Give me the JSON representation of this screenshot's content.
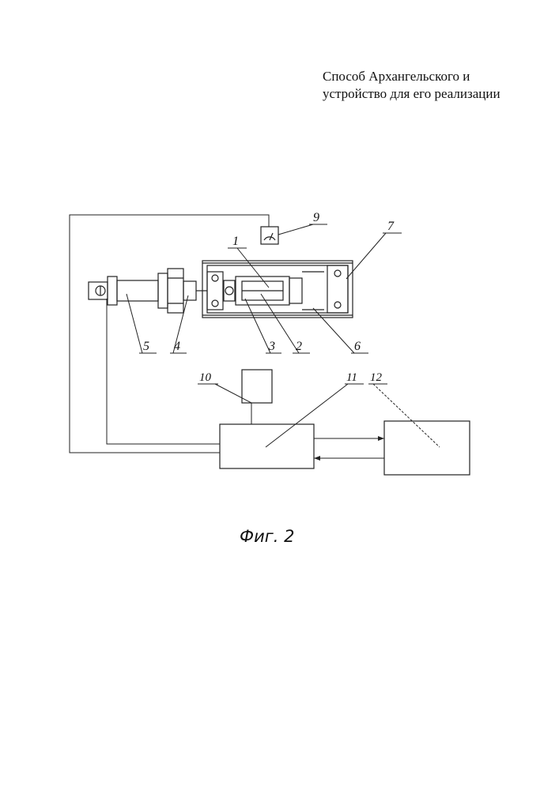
{
  "title": {
    "line1": "Способ Архангельского  и",
    "line2": "устройство для его реализации"
  },
  "labels": {
    "l1": "1",
    "l2": "2",
    "l3": "3",
    "l4": "4",
    "l5": "5",
    "l6": "6",
    "l7": "7",
    "l9": "9",
    "l10": "10",
    "l11": "11",
    "l12": "12"
  },
  "caption": "Фиг. 2"
}
